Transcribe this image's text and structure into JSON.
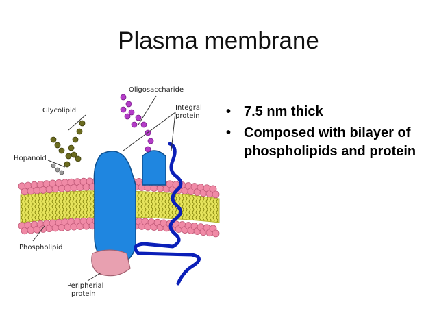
{
  "slide": {
    "title": "Plasma membrane",
    "bullets": [
      "7.5 nm thick",
      "Composed with bilayer of phospholipids and protein"
    ]
  },
  "diagram": {
    "labels": {
      "oligosaccharide": "Oligosaccharide",
      "glycolipid": "Glycolipid",
      "integral_protein_1": "Integral",
      "integral_protein_2": "protein",
      "hopanoid": "Hopanoid",
      "phospholipid": "Phospholipid",
      "peripheral_protein_1": "Peripherial",
      "peripheral_protein_2": "protein"
    },
    "colors": {
      "head": "#f08aa6",
      "tail": "#dede4a",
      "protein": "#1f86e0",
      "peripheral": "#e8a0b0",
      "helix": "#0b1fb8",
      "oligo": "#b43cc8",
      "glyco": "#6b6b1f"
    }
  }
}
